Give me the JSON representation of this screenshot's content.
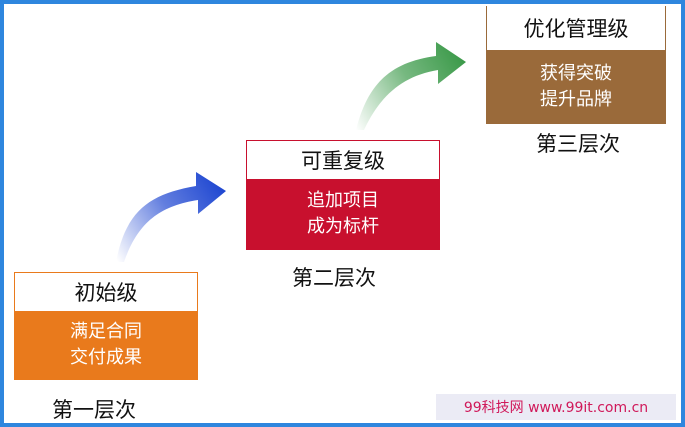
{
  "colors": {
    "frame": "#2e86de",
    "stage1": "#e97a1c",
    "stage2": "#c8102e",
    "stage3": "#9a6a3a",
    "arrow1": "#1f47d1",
    "arrow2": "#3c9a4a"
  },
  "stages": [
    {
      "header": "初始级",
      "body_lines": [
        "满足合同",
        "交付成果"
      ],
      "level": "第一层次"
    },
    {
      "header": "可重复级",
      "body_lines": [
        "追加项目",
        "成为标杆"
      ],
      "level": "第二层次"
    },
    {
      "header": "优化管理级",
      "body_lines": [
        "获得突破",
        "提升品牌"
      ],
      "level": "第三层次"
    }
  ],
  "watermark": "99科技网 www.99it.com.cn"
}
